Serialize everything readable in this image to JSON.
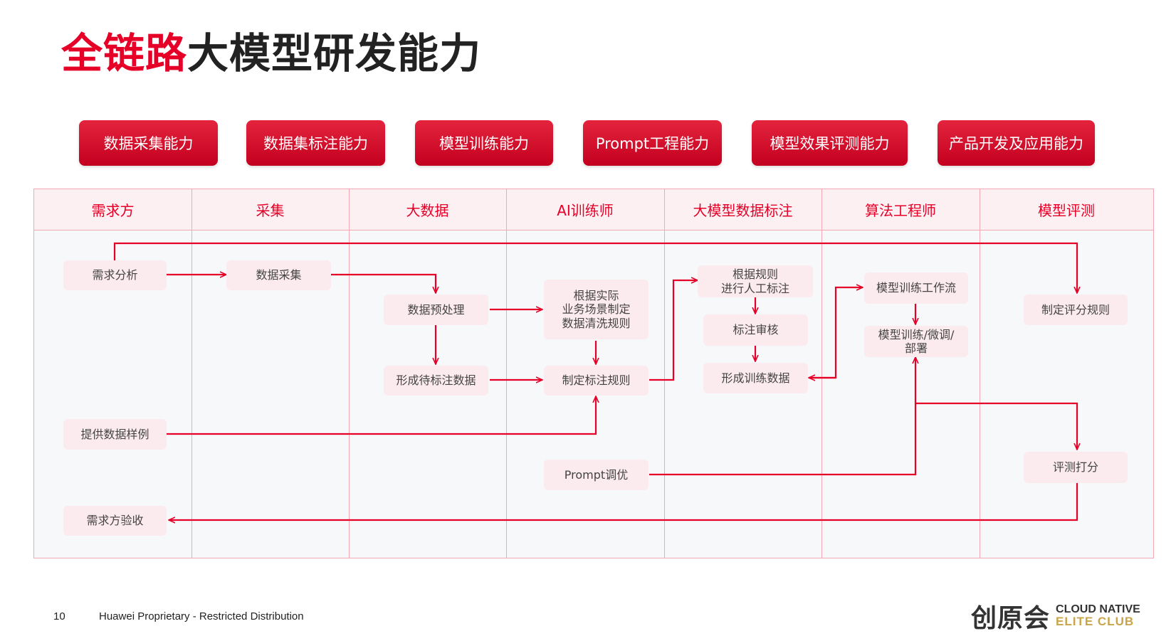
{
  "title": {
    "highlight": "全链路",
    "rest": "大模型研发能力"
  },
  "capabilities": [
    "数据采集能力",
    "数据集标注能力",
    "模型训练能力",
    "Prompt工程能力",
    "模型效果评测能力",
    "产品开发及应用能力"
  ],
  "columns": [
    "需求方",
    "采集",
    "大数据",
    "AI训练师",
    "大模型数据标注",
    "算法工程师",
    "模型评测"
  ],
  "nodes": {
    "req_analysis": "需求分析",
    "data_collect": "数据采集",
    "preprocess": "数据预处理",
    "rules_clean": "根据实际\n业务场景制定\n数据清洗规则",
    "manual_label": "根据规则\n进行人工标注",
    "train_workflow": "模型训练工作流",
    "scoring_rules": "制定评分规则",
    "label_review": "标注审核",
    "train_tune": "模型训练/微调/\n部署",
    "to_label": "形成待标注数据",
    "label_rules": "制定标注规则",
    "train_data": "形成训练数据",
    "samples": "提供数据样例",
    "prompt_tune": "Prompt调优",
    "eval_score": "评测打分",
    "acceptance": "需求方验收"
  },
  "footer": {
    "page": "10",
    "text": "Huawei Proprietary - Restricted Distribution"
  },
  "logo": {
    "cn": "创原会",
    "en1": "CLOUD NATIVE",
    "en2": "ELITE CLUB"
  },
  "colors": {
    "accent": "#e60028",
    "header_bg": "#fdf0f2",
    "node_bg": "#fcebee",
    "gold": "#c9a44a"
  }
}
